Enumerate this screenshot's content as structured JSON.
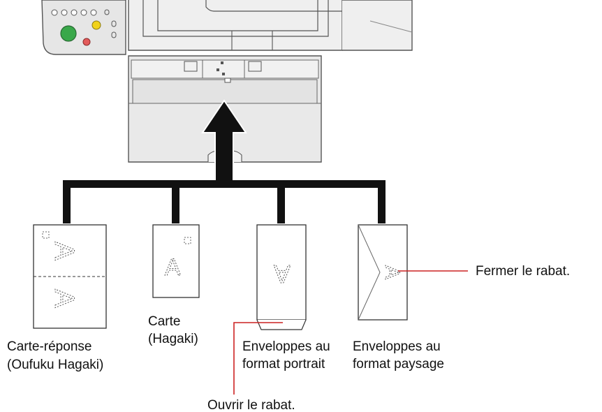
{
  "labels": {
    "reply_card_line1": "Carte-réponse",
    "reply_card_line2": "(Oufuku Hagaki)",
    "card_line1": "Carte",
    "card_line2": "(Hagaki)",
    "portrait_line1": "Enveloppes au",
    "portrait_line2": "format portrait",
    "landscape_line1": "Enveloppes au",
    "landscape_line2": "format paysage",
    "close_flap": "Fermer le rabat.",
    "open_flap": "Ouvrir le rabat."
  },
  "glyph": "A",
  "colors": {
    "callout": "#cc2222",
    "connector": "#111111",
    "machine_fill": "#e6e6e6",
    "green_button": "#39a84a",
    "yellow_button": "#f1d21b",
    "red_button": "#e35b5b"
  }
}
